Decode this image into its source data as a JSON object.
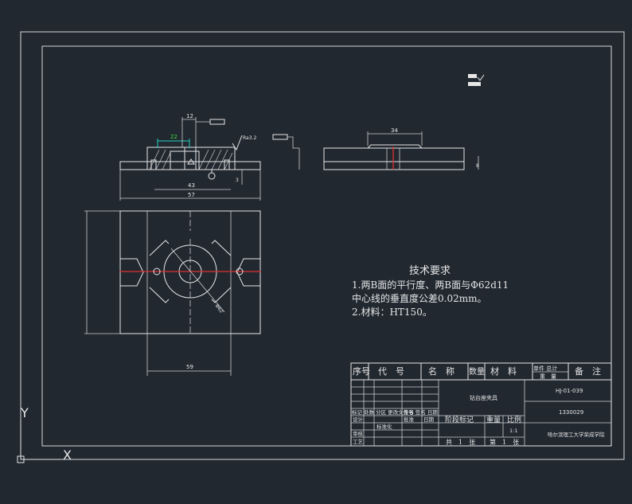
{
  "axis": {
    "y_label": "Y",
    "x_label": "X"
  },
  "tech_requirements": {
    "title": "技术要求",
    "line1": "1.两B面的平行度、两B面与Φ62d11",
    "line2": "中心线的垂直度公差0.02mm。",
    "line3": "2.材料：HT150。"
  },
  "dimensions": {
    "d12": "12",
    "d22": "22",
    "d43": "43",
    "d57": "57",
    "d34": "34",
    "d59": "59",
    "d3": "3",
    "d8": "8",
    "d62": "Φ62",
    "roughness": "Ra3.2"
  },
  "title_block": {
    "h_seq": "序号",
    "h_code": "代　号",
    "h_name": "名　称",
    "h_qty": "数量",
    "h_material": "材　料",
    "h_weight_top": "单件 总计",
    "h_weight_bottom": "重　量",
    "h_remark": "备　注",
    "part_name": "钻台座夹具",
    "drawing_no": "HJ-01-039",
    "stage": "阶段标记",
    "weight": "重量",
    "scale": "比例",
    "scale_value": "1:1",
    "sheet_total": "共　1　张",
    "sheet_no": "第　1　张",
    "school_code": "1330029",
    "school": "哈尔滨理工大学荣成学院",
    "row_mark": "标记 处数 分区 更改文件号 签名 日期",
    "row_design": "设计",
    "row_standard": "标准化",
    "row_check": "审核",
    "row_process": "工艺",
    "row_approve": "批准",
    "date_label": "日期",
    "sign_label": "签名"
  }
}
